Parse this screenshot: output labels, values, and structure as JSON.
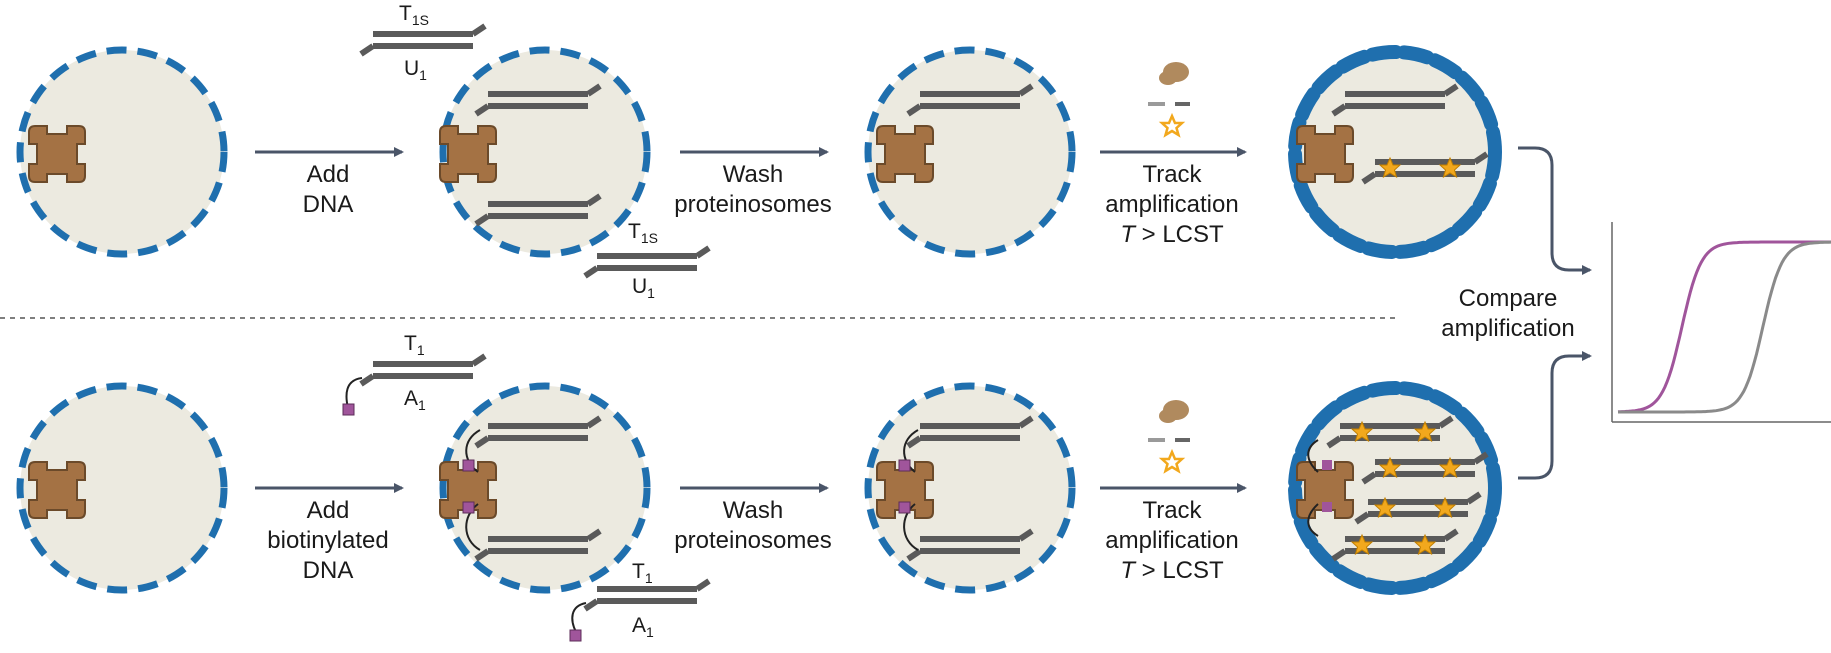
{
  "diagram": {
    "top_row": {
      "step1": {
        "line1": "Add",
        "line2": "DNA"
      },
      "strand_label_top": {
        "base": "T",
        "sub": "1S"
      },
      "strand_label_bottom": {
        "base": "U",
        "sub": "1"
      },
      "step2": {
        "line1": "Wash",
        "line2": "proteinosomes"
      },
      "step3": {
        "line1": "Track",
        "line2": "amplification",
        "line3_var": "T",
        "line3_rest": " > LCST"
      }
    },
    "bottom_row": {
      "step1": {
        "line1": "Add",
        "line2": "biotinylated",
        "line3": "DNA"
      },
      "strand_label_top": {
        "base": "T",
        "sub": "1"
      },
      "strand_label_bottom": {
        "base": "A",
        "sub": "1"
      },
      "step2": {
        "line1": "Wash",
        "line2": "proteinosomes"
      },
      "step3": {
        "line1": "Track",
        "line2": "amplification",
        "line3_var": "T",
        "line3_rest": " > LCST"
      }
    },
    "compare": {
      "line1": "Compare",
      "line2": "amplification"
    },
    "curves": [
      {
        "color": "#a0559b",
        "midpoint": 0.3
      },
      {
        "color": "#8a8a8a",
        "midpoint": 0.68
      }
    ],
    "colors": {
      "membrane": "#1f6fae",
      "interior": "#eceae0",
      "protein": "#a47244",
      "dna": "#595959",
      "arrow": "#4a5568",
      "star": "#f2a81d",
      "biotin": "#a0559b"
    }
  }
}
